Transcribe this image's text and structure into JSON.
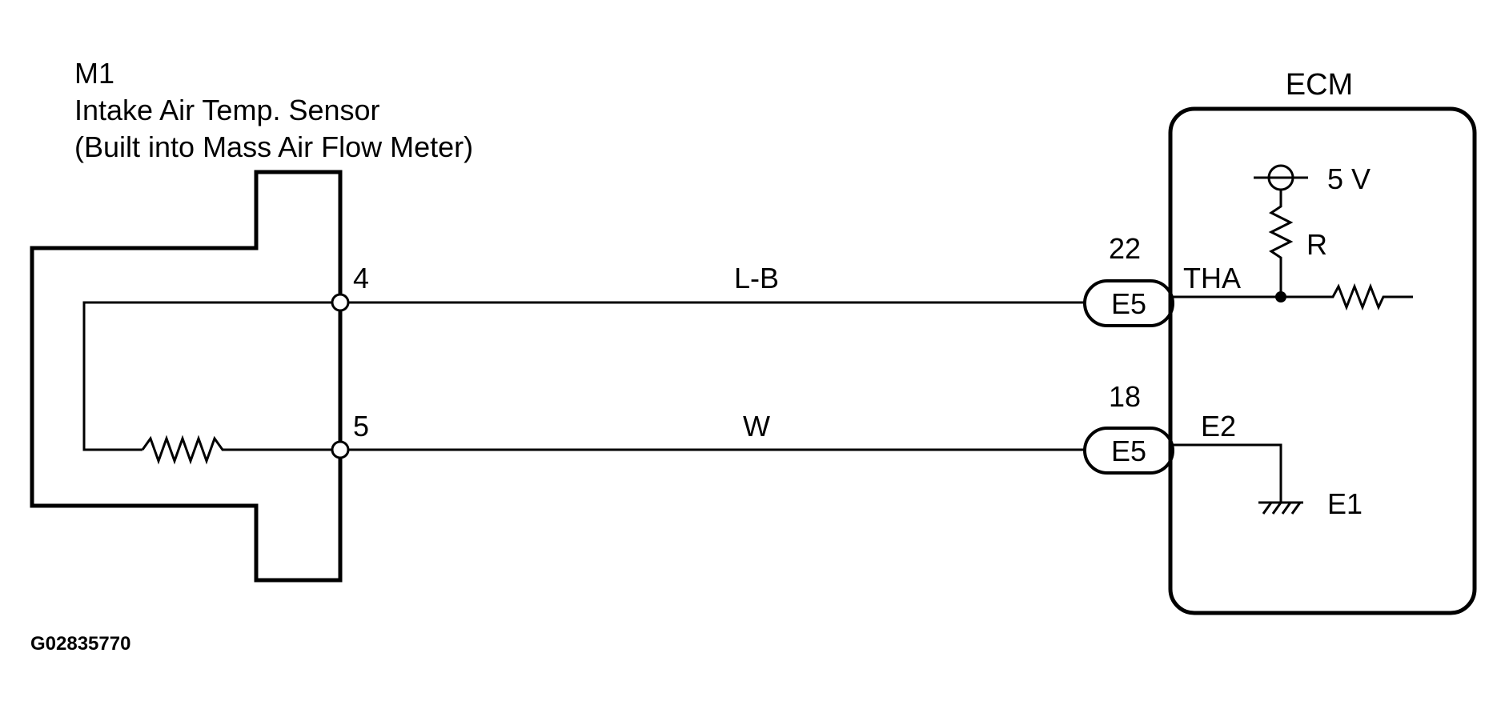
{
  "sensor": {
    "code": "M1",
    "name": "Intake Air Temp. Sensor",
    "note": "(Built into Mass Air Flow Meter)"
  },
  "ecm": {
    "title": "ECM",
    "supply": "5 V",
    "resistor": "R",
    "ground": "E1"
  },
  "circuits": [
    {
      "sensor_pin": "4",
      "wire_color": "L-B",
      "ecm_pin": "22",
      "connector": "E5",
      "signal": "THA"
    },
    {
      "sensor_pin": "5",
      "wire_color": "W",
      "ecm_pin": "18",
      "connector": "E5",
      "signal": "E2"
    }
  ],
  "figure_id": "G02835770"
}
